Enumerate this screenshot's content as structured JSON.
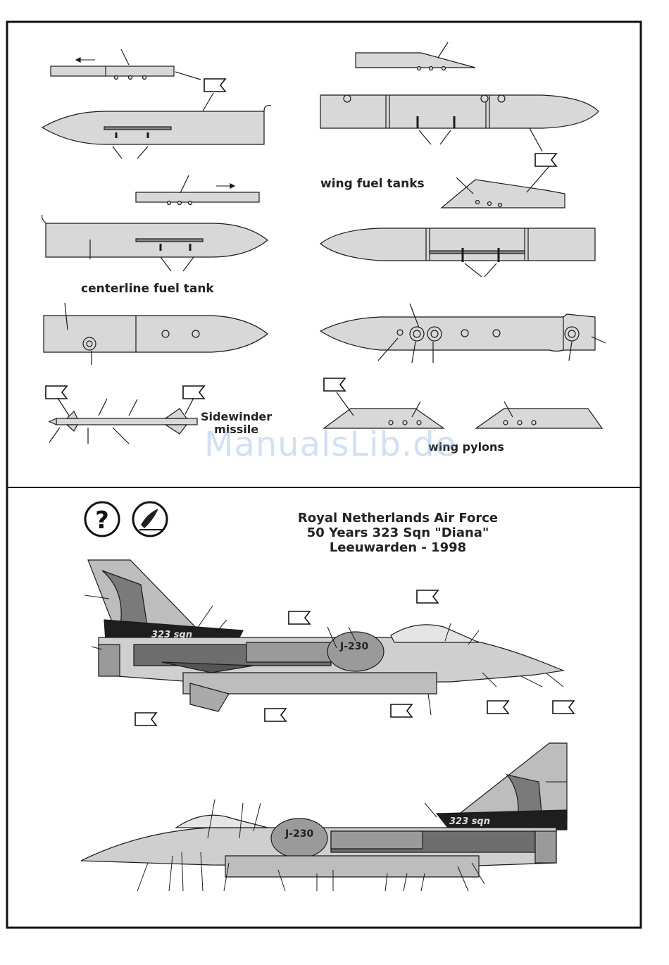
{
  "labels": {
    "centerline_fuel_tank": "centerline fuel tank",
    "wing_fuel_tanks": "wing fuel tanks",
    "sidewinder_line1": "Sidewinder",
    "sidewinder_line2": "missile",
    "wing_pylons": "wing pylons"
  },
  "title": {
    "line1": "Royal Netherlands Air Force",
    "line2": "50 Years 323 Sqn \"Diana\"",
    "line3": "Leeuwarden - 1998"
  },
  "aircraft": {
    "serial": "J-230",
    "tail_marking": "323 sqn"
  },
  "icons": {
    "help": "?",
    "help_icon": "question-mark-icon",
    "paint_icon": "paint-brush-icon",
    "flag_icon": "decal-flag-icon"
  },
  "watermark": "ManualsLib.de",
  "colors": {
    "panel_gray": "#d8d8d8",
    "tail_dark": "#1e1e1e",
    "outline": "#1a1a1a",
    "watermark": "#8fb8e8"
  }
}
